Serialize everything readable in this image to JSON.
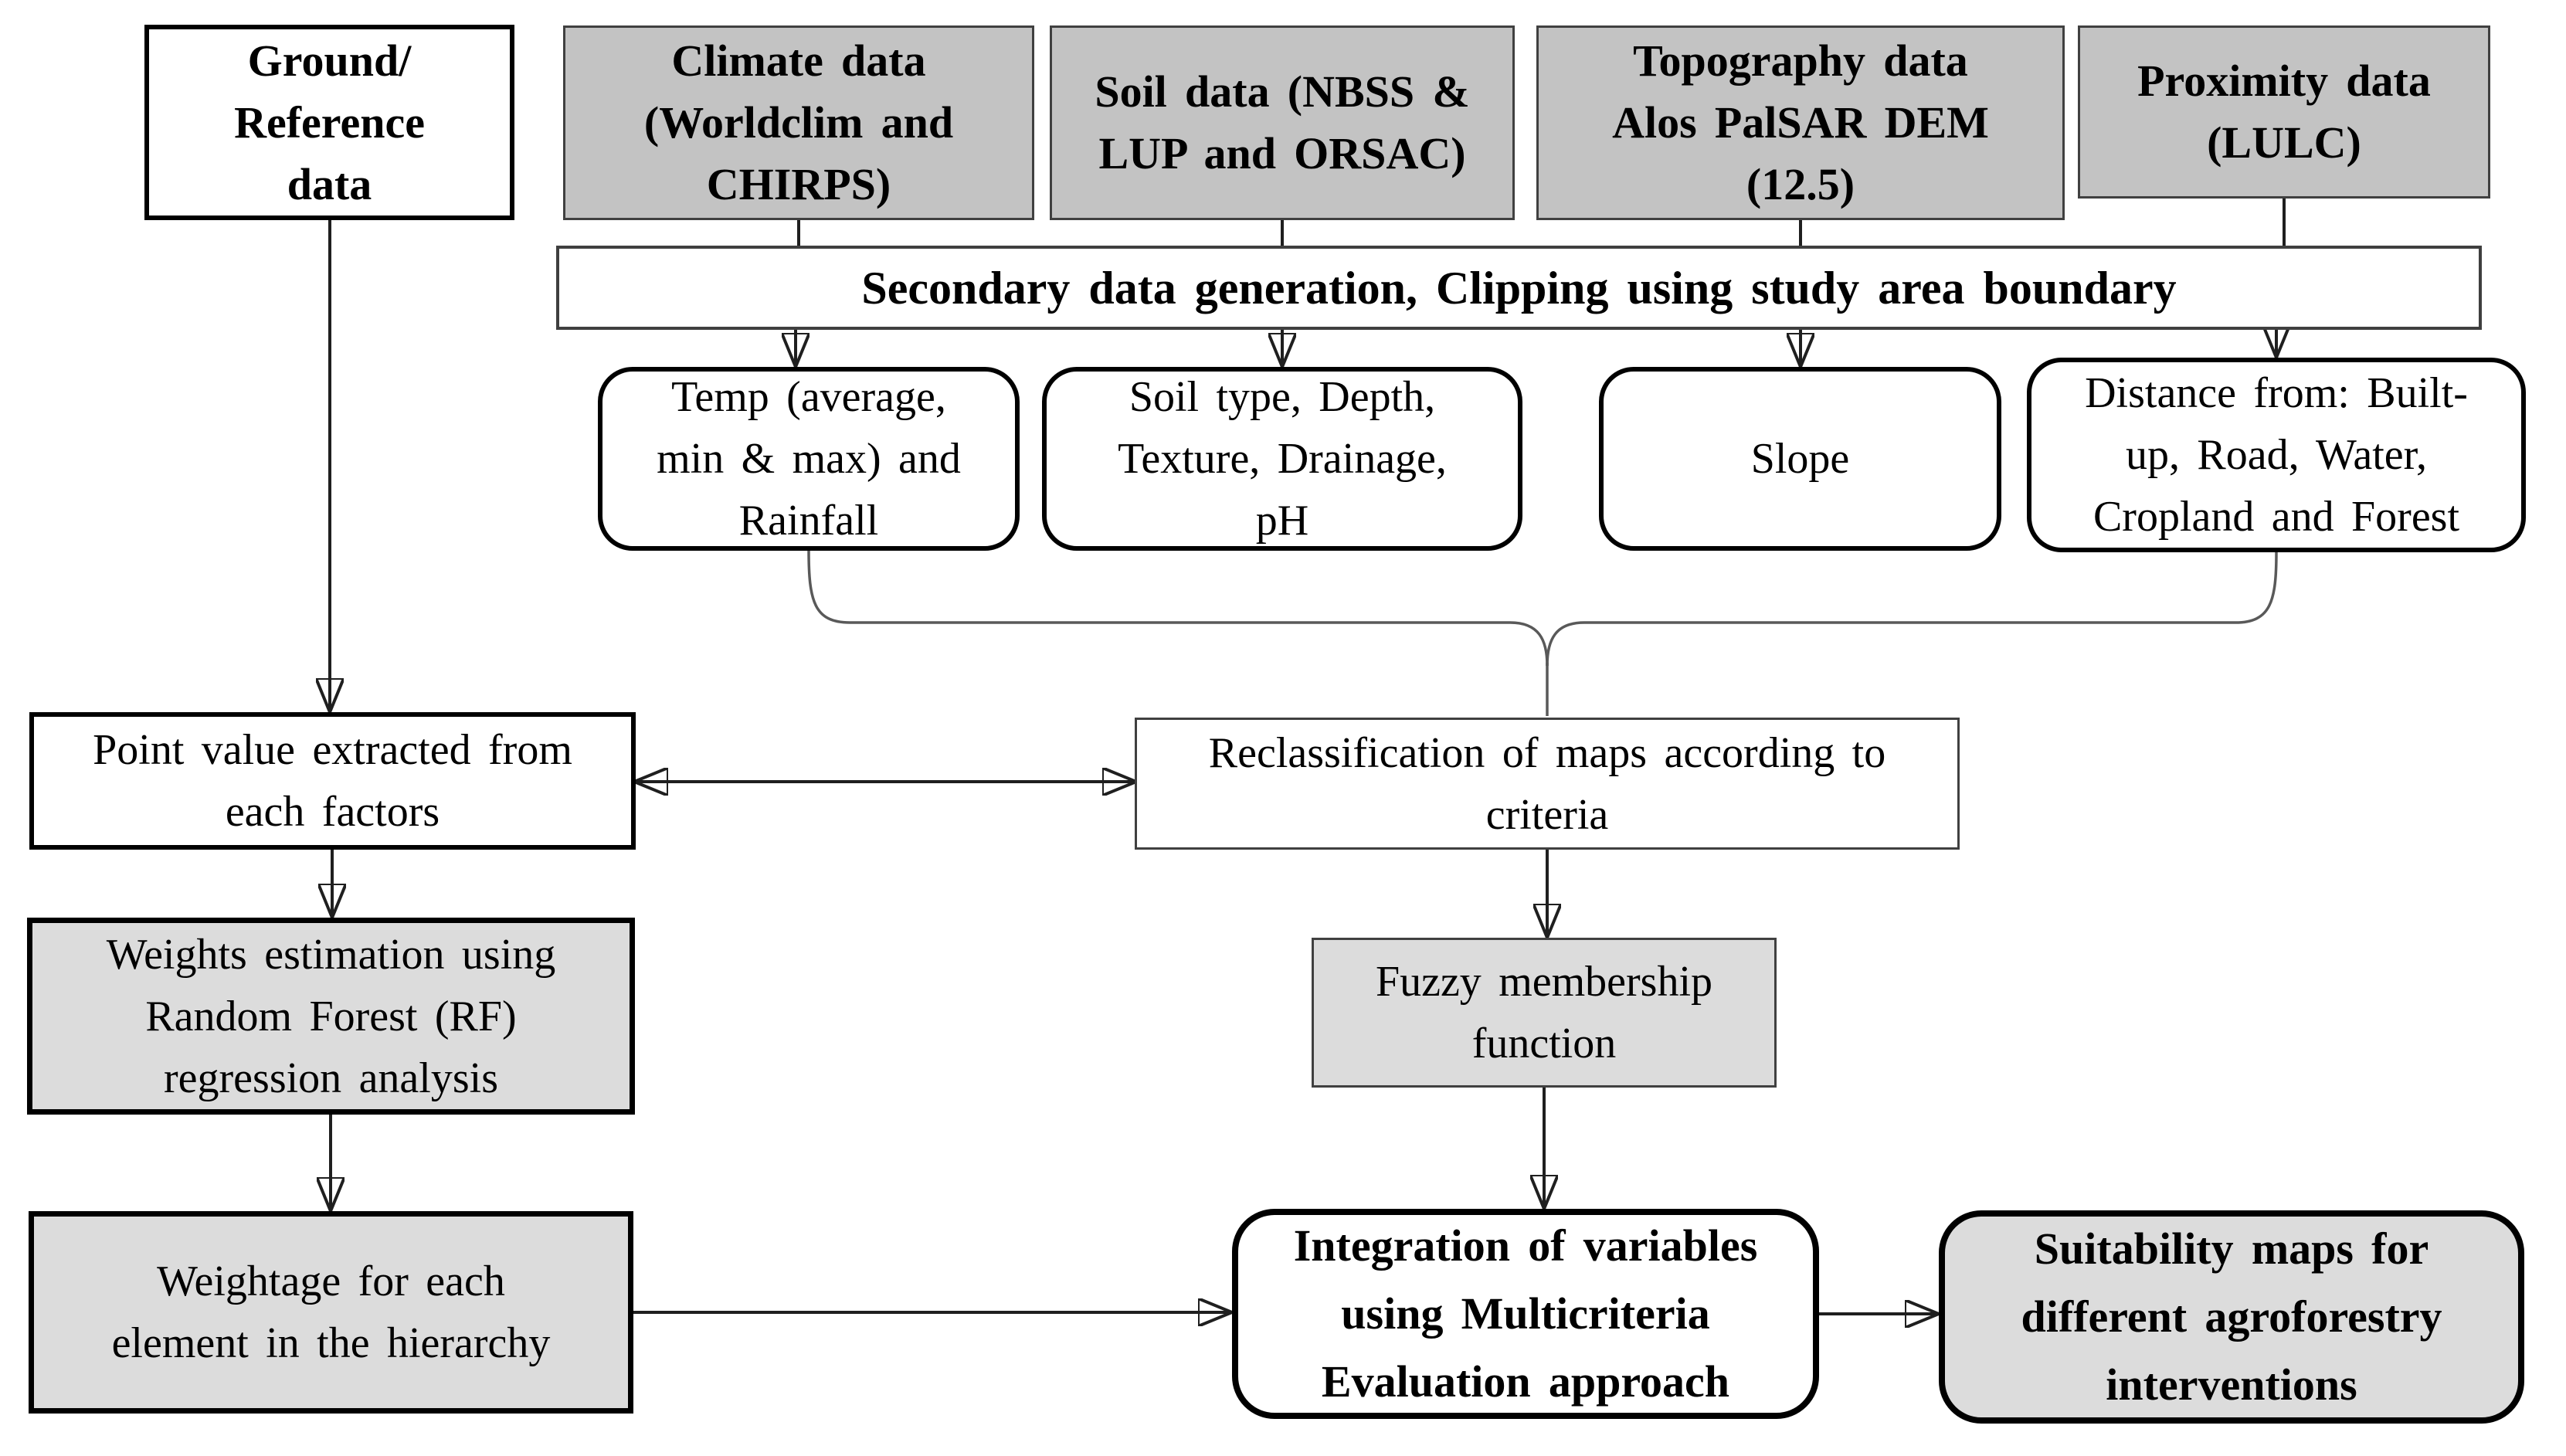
{
  "title": "Agroforestry suitability mapping methodology flowchart",
  "colors": {
    "top_box_fill": "#c3c3c3",
    "light_box_fill": "#dcdcdc",
    "white": "#ffffff",
    "border_dark": "#000000",
    "border_gray": "#404040",
    "bar_border": "#3f3f3f",
    "line": "#1f1f1f",
    "brace": "#595959",
    "text": "#000000"
  },
  "nodes": {
    "ground": {
      "label": "Ground/\nReference\ndata"
    },
    "climate": {
      "label": "Climate data\n(Worldclim and\nCHIRPS)"
    },
    "soil": {
      "label": "Soil data (NBSS &\nLUP and ORSAC)"
    },
    "topography": {
      "label": "Topography data\nAlos PalSAR DEM\n(12.5)"
    },
    "proximity": {
      "label": "Proximity data\n(LULC)"
    },
    "secondary_bar": {
      "label": "Secondary data generation, Clipping using study area boundary"
    },
    "temp": {
      "label": "Temp (average,\nmin & max) and\nRainfall"
    },
    "soil_type": {
      "label": "Soil type, Depth,\nTexture, Drainage,\npH"
    },
    "slope": {
      "label": "Slope"
    },
    "distance": {
      "label": "Distance from: Built-\nup, Road, Water,\nCropland and Forest"
    },
    "point_value": {
      "label": "Point value extracted from\neach factors"
    },
    "reclassification": {
      "label": "Reclassification of maps according to\ncriteria"
    },
    "fuzzy": {
      "label": "Fuzzy membership\nfunction"
    },
    "weights": {
      "label": "Weights estimation using\nRandom Forest (RF)\nregression analysis"
    },
    "weightage": {
      "label": "Weightage for each\nelement in the hierarchy"
    },
    "integration": {
      "label": "Integration of variables\nusing Multicriteria\nEvaluation approach"
    },
    "suitability": {
      "label": "Suitability maps for\ndifferent agroforestry\ninterventions"
    }
  }
}
